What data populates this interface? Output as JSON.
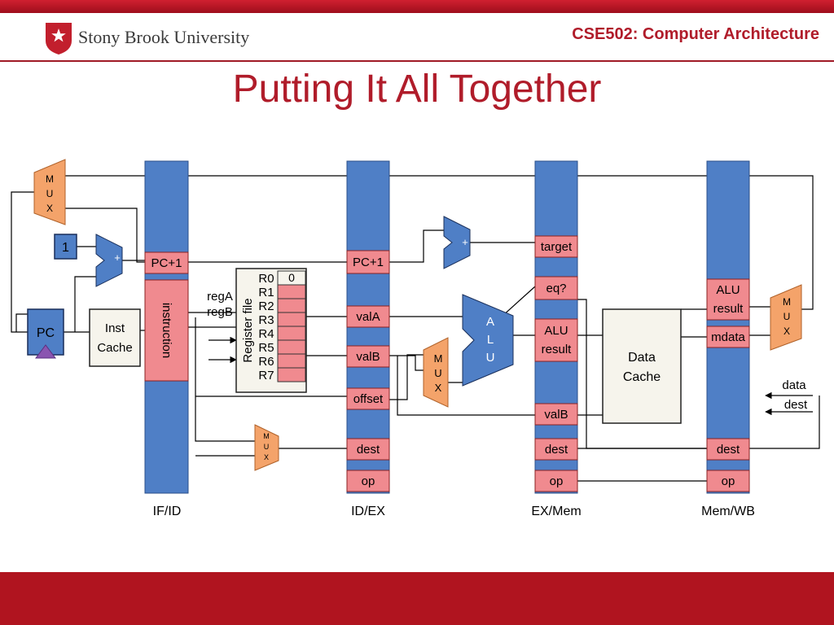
{
  "header": {
    "university": "Stony Brook University",
    "course": "CSE502: Computer Architecture"
  },
  "slide": {
    "title": "Putting It All Together"
  },
  "diagram": {
    "stage_labels": [
      "IF/ID",
      "ID/EX",
      "EX/Mem",
      "Mem/WB"
    ],
    "if_id_fields": [
      "PC+1",
      "instruction"
    ],
    "id_ex_fields": [
      "PC+1",
      "valA",
      "valB",
      "offset",
      "dest",
      "op"
    ],
    "ex_mem_fields": [
      "target",
      "eq?",
      "ALU",
      "result",
      "valB",
      "dest",
      "op"
    ],
    "mem_wb_fields": [
      "ALU",
      "result",
      "mdata",
      "dest",
      "op"
    ],
    "pc": "PC",
    "constant_one": "1",
    "plus": "+",
    "inst_cache": [
      "Inst",
      "Cache"
    ],
    "data_cache": [
      "Data",
      "Cache"
    ],
    "mux_letters": [
      "M",
      "U",
      "X"
    ],
    "alu_letters": [
      "A",
      "L",
      "U"
    ],
    "register_file": {
      "label": "Register file",
      "registers": [
        "R0",
        "R1",
        "R2",
        "R3",
        "R4",
        "R5",
        "R6",
        "R7"
      ],
      "r0_value": "0"
    },
    "reg_inputs": [
      "regA",
      "regB"
    ],
    "writeback_labels": [
      "data",
      "dest"
    ]
  }
}
